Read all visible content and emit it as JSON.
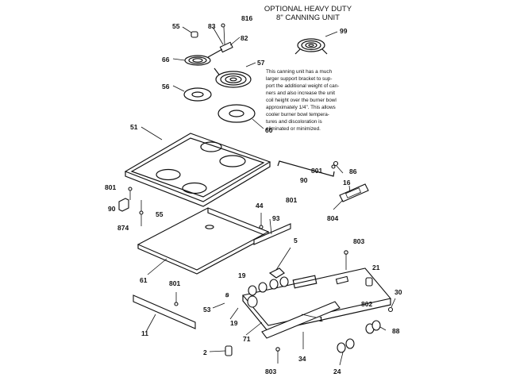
{
  "header": {
    "line1": "OPTIONAL HEAVY DUTY",
    "line2": "8\" CANNING UNIT"
  },
  "note_lines": [
    "This canning unit has a much",
    "larger support bracket to sup-",
    "port the additional weight of can-",
    "ners and also increase the unit",
    "coil height over the burner bowl",
    "approximately 1/4\". This allows",
    "cooler burner bowl tempera-",
    "tures and discoloration is",
    "eliminated or minimized."
  ],
  "callouts": {
    "c55a": "55",
    "c83": "83",
    "c816": "816",
    "c82": "82",
    "c99": "99",
    "c66": "66",
    "c57": "57",
    "c56": "56",
    "c60": "60",
    "c51": "51",
    "c801a": "801",
    "c86": "86",
    "c90a": "90",
    "c801b": "801",
    "c16": "16",
    "c90b": "90",
    "c55b": "55",
    "c44": "44",
    "c801c": "801",
    "c93": "93",
    "c804": "804",
    "c874": "874",
    "c5": "5",
    "c803a": "803",
    "c61": "61",
    "c19a": "19",
    "c21": "21",
    "c801d": "801",
    "c30": "30",
    "c53": "53",
    "c19b": "19",
    "c802": "802",
    "c11": "11",
    "c71": "71",
    "c1": "1",
    "c88": "88",
    "c2": "2",
    "c34": "34",
    "c24": "24",
    "c803b": "803"
  }
}
